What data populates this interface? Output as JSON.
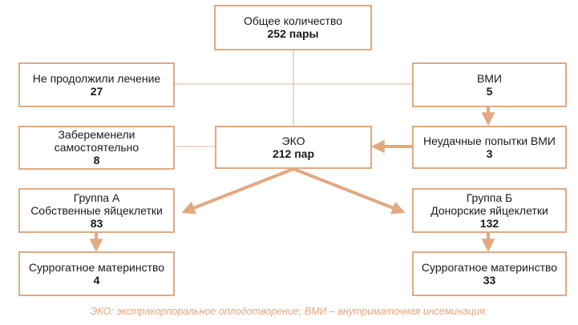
{
  "colors": {
    "border": "#e0a983",
    "arrow": "#e3a882",
    "line": "#e0c2ac",
    "caption": "#e6a57a"
  },
  "nodes": {
    "total": {
      "lines": [
        "Общее количество"
      ],
      "value": "252 пары"
    },
    "dropped": {
      "lines": [
        "Не продолжили лечение"
      ],
      "value": "27"
    },
    "vmi": {
      "lines": [
        "ВМИ"
      ],
      "value": "5"
    },
    "natural": {
      "lines": [
        "Забеременели",
        "самостоятельно"
      ],
      "value": "8"
    },
    "eko": {
      "lines": [
        "ЭКО"
      ],
      "value": "212 пар"
    },
    "vmi_failed": {
      "lines": [
        "Неудачные попытки ВМИ"
      ],
      "value": "3"
    },
    "group_a": {
      "lines": [
        "Группа А",
        "Собственные яйцеклетки"
      ],
      "value": "83"
    },
    "group_b": {
      "lines": [
        "Группа Б",
        "Донорские яйцеклетки"
      ],
      "value": "132"
    },
    "surrogate_a": {
      "lines": [
        "Суррогатное материнство"
      ],
      "value": "4"
    },
    "surrogate_b": {
      "lines": [
        "Суррогатное материнство"
      ],
      "value": "33"
    }
  },
  "caption": "ЭКО: экстракорпоральное оплодотворение; ВМИ – внутриматочная инсеминация."
}
